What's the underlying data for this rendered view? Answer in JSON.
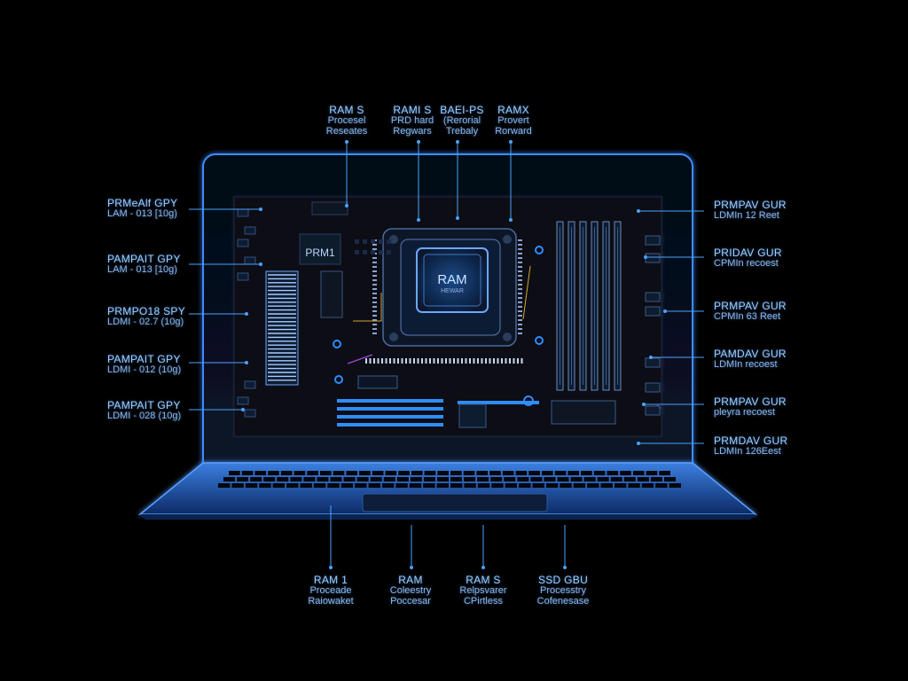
{
  "colors": {
    "accent": "#2f8dff",
    "glow": "#4aa3ff",
    "background": "#000000"
  },
  "chip_label": "RAM",
  "chip_sublabel": "HEWAR",
  "small_chip_label": "PRM1",
  "top_labels": [
    {
      "title": "RAM S",
      "sub1": "Procesel",
      "sub2": "Reseates"
    },
    {
      "title": "RAMI S",
      "sub1": "PRD hard",
      "sub2": "Regwars"
    },
    {
      "title": "BAEI-PS",
      "sub1": "(Rerorial",
      "sub2": "Trebaly"
    },
    {
      "title": "RAMX",
      "sub1": "Provert",
      "sub2": "Rorward"
    }
  ],
  "left_labels": [
    {
      "title": "PRMeAlf GPY",
      "sub": "LAM - 013 [10g)"
    },
    {
      "title": "PAMPAIT GPY",
      "sub": "LAM - 013 [10g)"
    },
    {
      "title": "PRMPO18 SPY",
      "sub": "LDMI - 02.7 (10g)"
    },
    {
      "title": "PAMPAIT GPY",
      "sub": "LDMI - 012 (10g)"
    },
    {
      "title": "PAMPAIT GPY",
      "sub": "LDMI - 028 (10g)"
    }
  ],
  "right_labels": [
    {
      "title": "PRMPAV GUR",
      "sub": "LDMIn 12 Reet"
    },
    {
      "title": "PRIDAV GUR",
      "sub": "CPMIn recoest"
    },
    {
      "title": "PRMPAV GUR",
      "sub": "CPMIn 63 Reet"
    },
    {
      "title": "PAMDAV GUR",
      "sub": "LDMIn recoest"
    },
    {
      "title": "PRMPAV GUR",
      "sub": "pleyra recoest"
    },
    {
      "title": "PRMDAV GUR",
      "sub": "LDMIn 126Eest"
    }
  ],
  "bottom_labels": [
    {
      "title": "RAM 1",
      "sub1": "Proceade",
      "sub2": "Raiowaket"
    },
    {
      "title": "RAM",
      "sub1": "Coleestry",
      "sub2": "Poccesar"
    },
    {
      "title": "RAM S",
      "sub1": "Relpsvarer",
      "sub2": "CPirtless"
    },
    {
      "title": "SSD GBU",
      "sub1": "Processtry",
      "sub2": "Cofenesase"
    }
  ]
}
